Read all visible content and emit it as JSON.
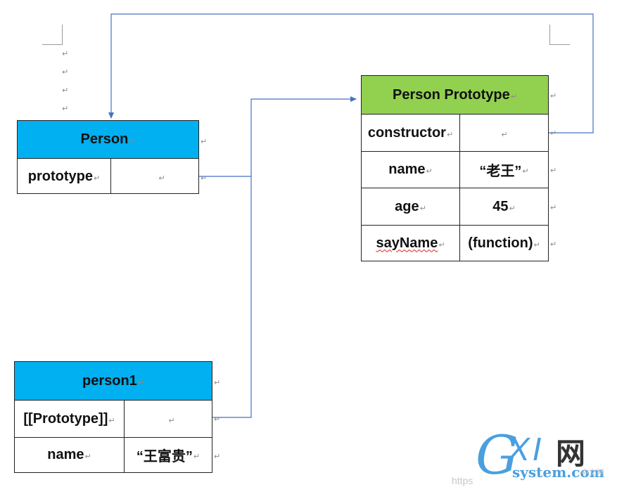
{
  "person": {
    "title": "Person",
    "rows": [
      {
        "label": "prototype",
        "value": ""
      }
    ]
  },
  "person_prototype": {
    "title": "Person Prototype",
    "rows": [
      {
        "label": "constructor",
        "value": ""
      },
      {
        "label": "name",
        "value": "“老王”"
      },
      {
        "label": "age",
        "value": "45"
      },
      {
        "label": "sayName",
        "value": "(function)"
      }
    ]
  },
  "person1": {
    "title": "person1",
    "rows": [
      {
        "label": "[[Prototype]]",
        "value": ""
      },
      {
        "label": "name",
        "value": "“王富贵”"
      }
    ]
  },
  "para_mark": "↵",
  "watermark": {
    "g": "G",
    "xi": "XI",
    "wang": "网",
    "system": "system.com",
    "https": "https",
    "cn": "中文网"
  },
  "colors": {
    "table_header_blue": "#00b0f0",
    "table_header_green": "#92d050",
    "connector": "#4472c4"
  }
}
